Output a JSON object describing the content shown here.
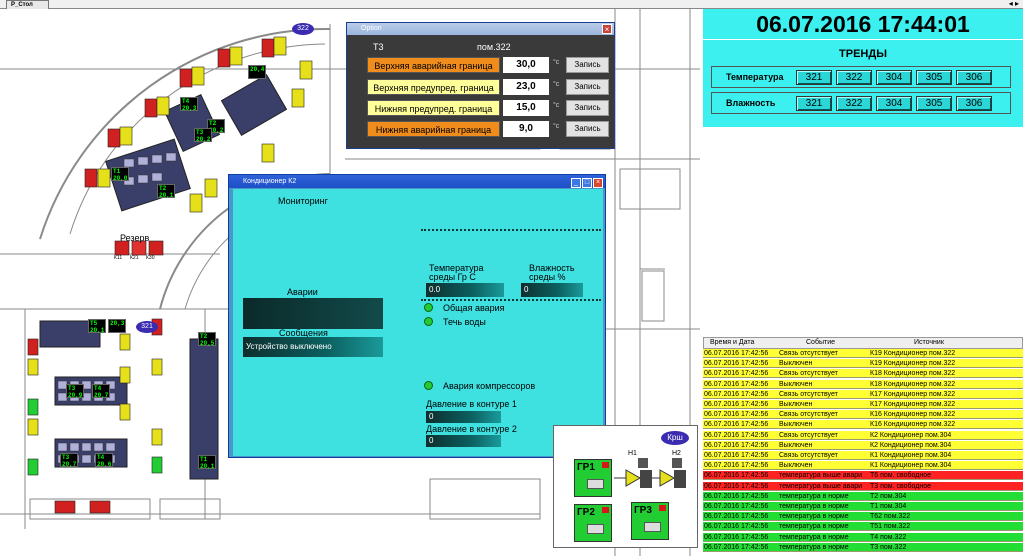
{
  "topbar": {
    "tab": "Р_Стол",
    "arrows": "◂ ▸"
  },
  "plan": {
    "badges": [
      "322",
      "321"
    ],
    "tags": [
      "20,4",
      "T4 20,3",
      "T2 20,2",
      "T3 20,2",
      "T1 20,0",
      "T2 20,1",
      "T5 20,1",
      "20,3",
      "T2 20,5",
      "T3 20,9",
      "T4 20,7",
      "T3 20,7",
      "T4 20,6",
      "T1 20,1"
    ],
    "rezerv": "Резерв",
    "rezerv_units": [
      "К11",
      "К21",
      "К30"
    ]
  },
  "options": {
    "title": "Option",
    "sensor": "T3",
    "room": "пом.322",
    "unit": "°c",
    "btn": "Запись",
    "rows": [
      {
        "label": "Верхняя аварийная граница",
        "value": "30,0",
        "color": "#f08c1c"
      },
      {
        "label": "Верхняя предупред. граница",
        "value": "23,0",
        "color": "#ffff99"
      },
      {
        "label": "Нижняя предупред. граница",
        "value": "15,0",
        "color": "#ffff99"
      },
      {
        "label": "Нижняя аварийная граница",
        "value": "9,0",
        "color": "#f08c1c"
      }
    ]
  },
  "cond": {
    "title": "Кондиционер К2",
    "monitoring": "Мониторинг",
    "alarms": "Аварии",
    "messages": "Сообщения",
    "message_text": "Устройство выключено",
    "temp_label_1": "Температура",
    "temp_label_2": "среды Гр С",
    "temp_value": "0.0",
    "hum_label_1": "Влажность",
    "hum_label_2": "среды %",
    "hum_value": "0",
    "general_alarm": "Общая авария",
    "water_leak": "Течь воды",
    "comp_alarm": "Авария  компрессоров",
    "pressure1": "Давление в контуре 1",
    "pressure1_value": "0",
    "pressure2": "Давление в контуре 2",
    "pressure2_value": "0"
  },
  "header": {
    "datetime": "06.07.2016 17:44:01"
  },
  "trends": {
    "title": "ТРЕНДЫ",
    "temp_label": "Температура",
    "hum_label": "Влажность",
    "rooms": [
      "321",
      "322",
      "304",
      "305",
      "306"
    ]
  },
  "events": {
    "columns": [
      "Время и Дата",
      "Событие",
      "Источник"
    ],
    "rows": [
      {
        "time": "06.07.2016 17:42:56",
        "event": "Связь отсутствует",
        "source": "К19 Кондиционер пом.322",
        "color": "#ffff33"
      },
      {
        "time": "06.07.2016 17:42:56",
        "event": "Выключен",
        "source": "К19 Кондиционер пом.322",
        "color": "#ffff33"
      },
      {
        "time": "06.07.2016 17:42:56",
        "event": "Связь отсутствует",
        "source": "К18 Кондиционер пом.322",
        "color": "#ffff33"
      },
      {
        "time": "06.07.2016 17:42:56",
        "event": "Выключен",
        "source": "К18 Кондиционер пом.322",
        "color": "#ffff33"
      },
      {
        "time": "06.07.2016 17:42:56",
        "event": "Связь отсутствует",
        "source": "К17 Кондиционер пом.322",
        "color": "#ffff33"
      },
      {
        "time": "06.07.2016 17:42:56",
        "event": "Выключен",
        "source": "К17 Кондиционер пом.322",
        "color": "#ffff33"
      },
      {
        "time": "06.07.2016 17:42:56",
        "event": "Связь отсутствует",
        "source": "К16 Кондиционер пом.322",
        "color": "#ffff33"
      },
      {
        "time": "06.07.2016 17:42:56",
        "event": "Выключен",
        "source": "К16 Кондиционер пом.322",
        "color": "#ffff33"
      },
      {
        "time": "06.07.2016 17:42:56",
        "event": "Связь отсутствует",
        "source": "К2 Кондиционер пом.304",
        "color": "#ffff33"
      },
      {
        "time": "06.07.2016 17:42:56",
        "event": "Выключен",
        "source": "К2 Кондиционер пом.304",
        "color": "#ffff33"
      },
      {
        "time": "06.07.2016 17:42:56",
        "event": "Связь отсутствует",
        "source": "К1 Кондиционер пом.304",
        "color": "#ffff33"
      },
      {
        "time": "06.07.2016 17:42:56",
        "event": "Выключен",
        "source": "К1 Кондиционер пом.304",
        "color": "#ffff33"
      },
      {
        "time": "06.07.2016 17:42:56",
        "event": "температура выше авари",
        "source": "Т6 пом. свободное",
        "color": "#ff2222"
      },
      {
        "time": "06.07.2016 17:42:56",
        "event": "температура выше авари",
        "source": "Т3 пом. свободное",
        "color": "#ff2222"
      },
      {
        "time": "06.07.2016 17:42:56",
        "event": "температура в норме",
        "source": "Т2 пом.304",
        "color": "#22dd33"
      },
      {
        "time": "06.07.2016 17:42:56",
        "event": "температура в норме",
        "source": "Т1 пом.304",
        "color": "#22dd33"
      },
      {
        "time": "06.07.2016 17:42:56",
        "event": "температура в норме",
        "source": "Т62 пом.322",
        "color": "#22dd33"
      },
      {
        "time": "06.07.2016 17:42:56",
        "event": "температура в норме",
        "source": "Т51 пом.322",
        "color": "#22dd33"
      },
      {
        "time": "06.07.2016 17:42:56",
        "event": "температура в норме",
        "source": "Т4 пом.322",
        "color": "#22dd33"
      },
      {
        "time": "06.07.2016 17:42:56",
        "event": "температура в норме",
        "source": "Т3 пом.322",
        "color": "#22dd33"
      }
    ]
  },
  "pumps": {
    "krsh": "Крш",
    "h1": "Н1",
    "h2": "Н2",
    "groups": [
      "ГР1",
      "ГР2",
      "ГР3"
    ]
  }
}
